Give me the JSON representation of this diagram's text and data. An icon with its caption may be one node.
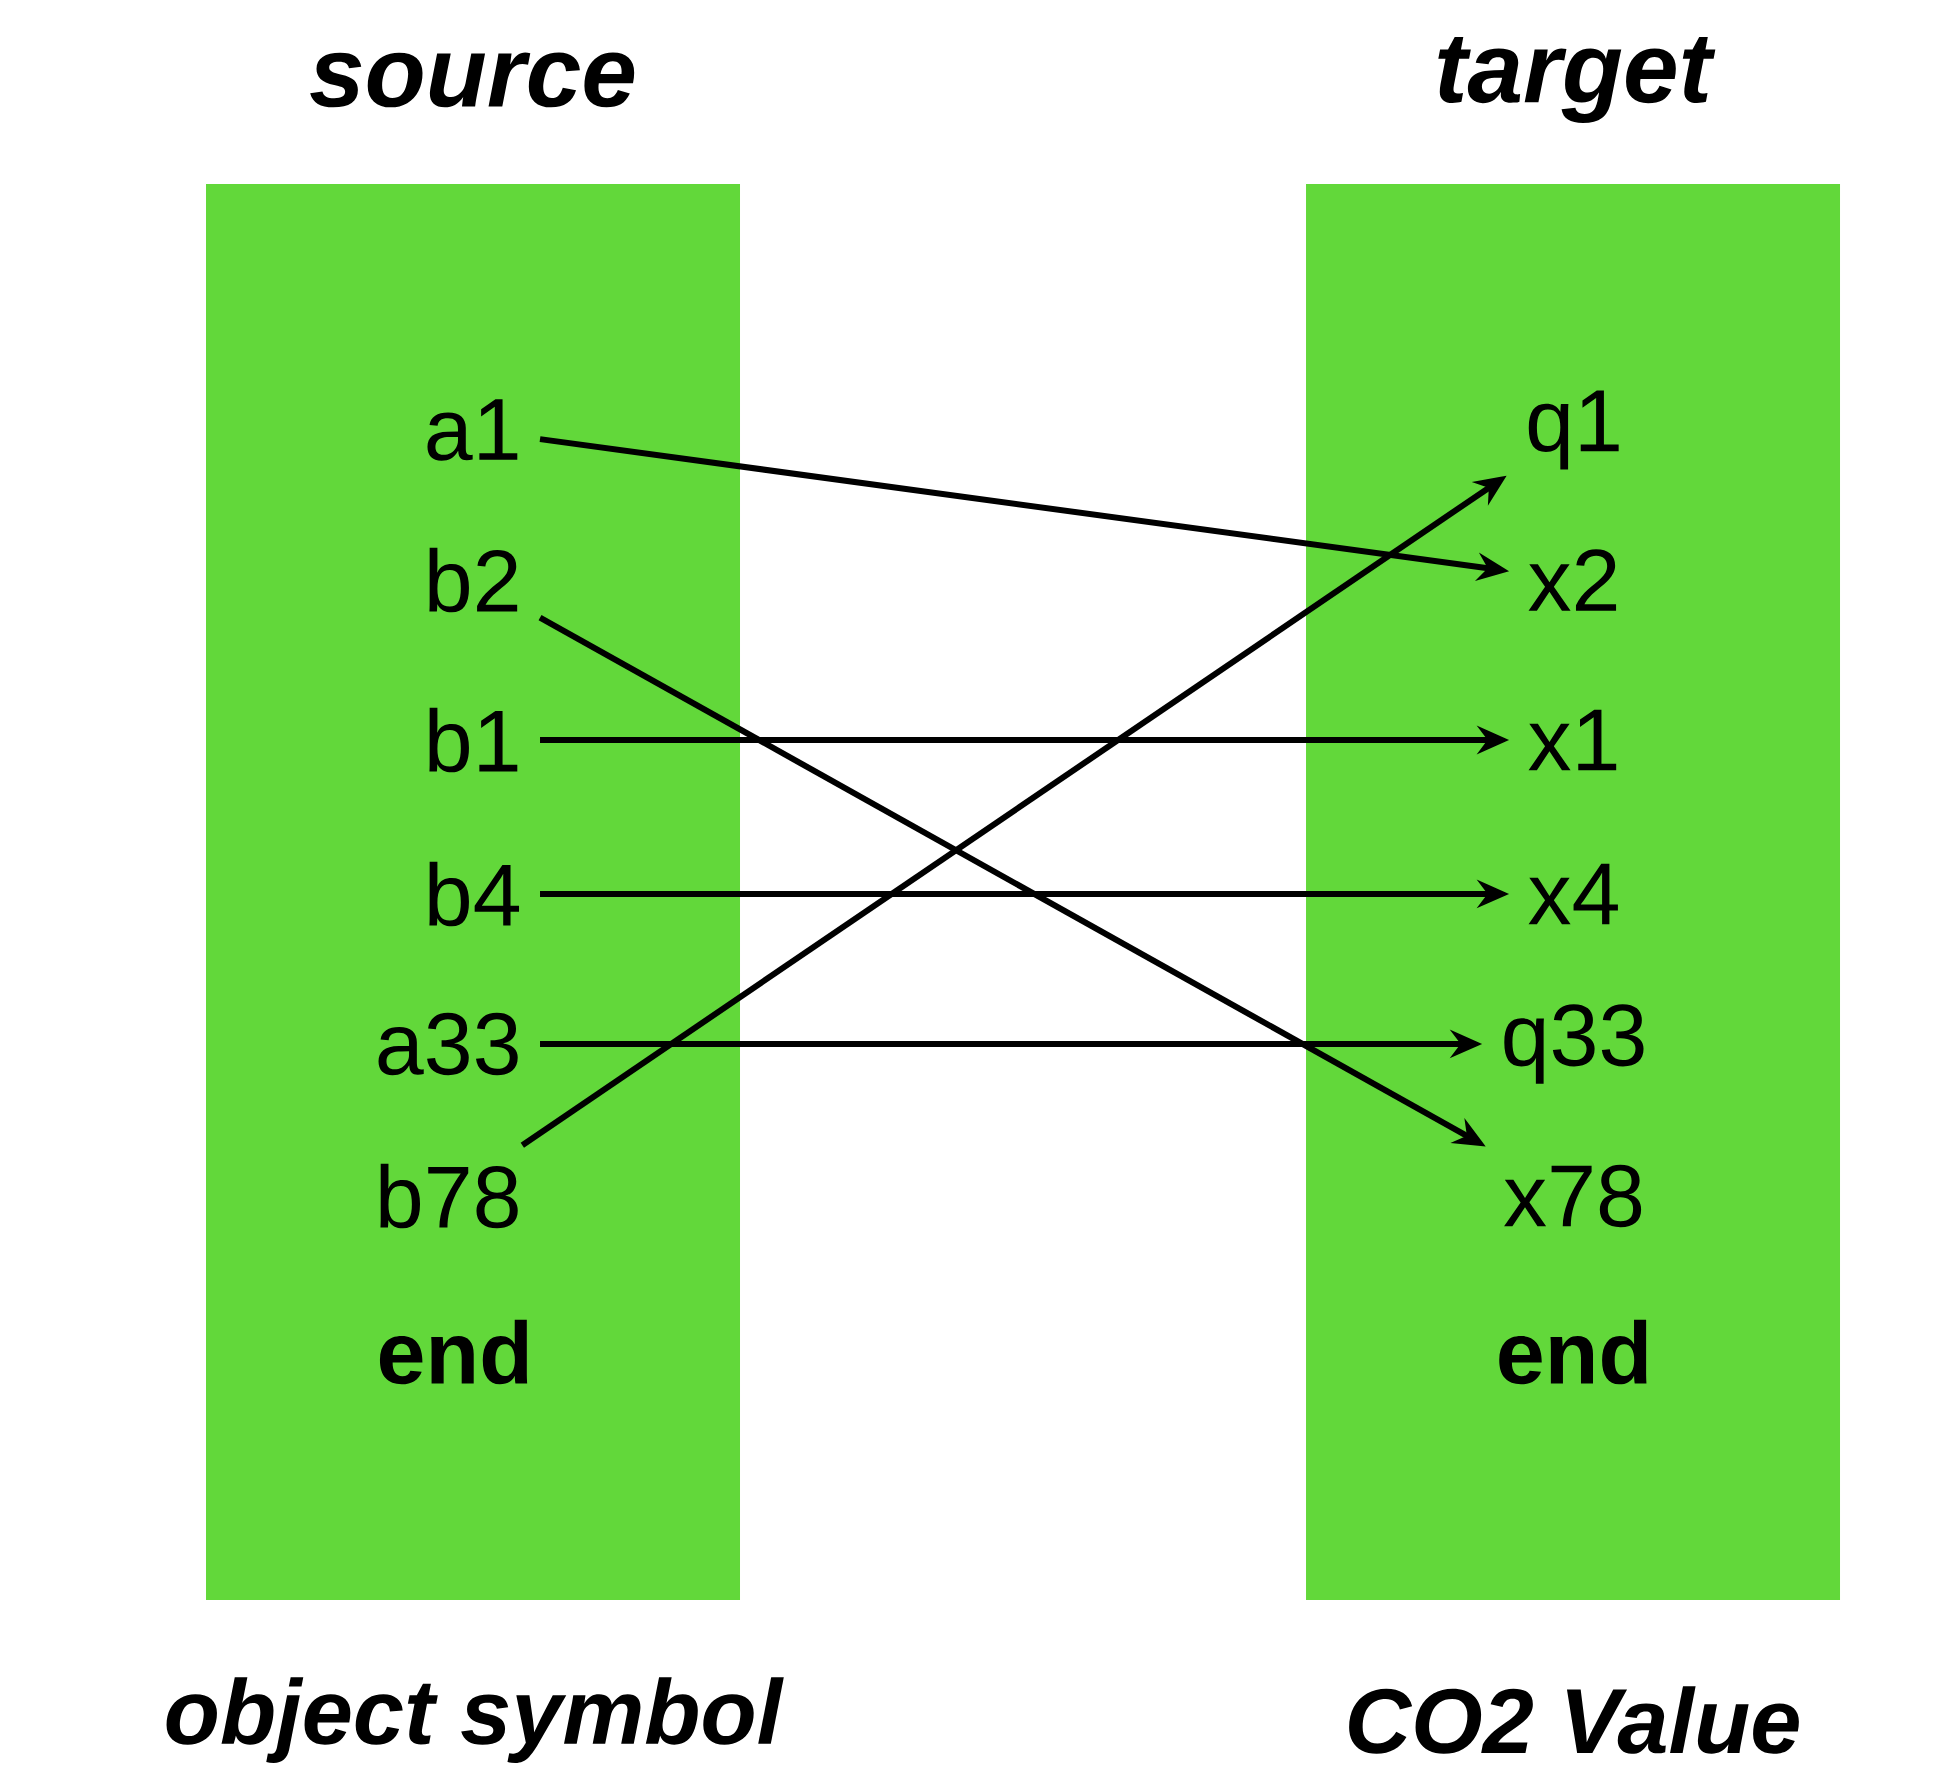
{
  "diagram": {
    "nodes": [
      {
        "text": [
          "source",
          "end"
        ],
        "beside": [
          "object symbol"
        ]
      },
      {
        "text": [
          "a1"
        ],
        "in": 0
      },
      {
        "text": [
          "b2"
        ],
        "in": 0
      },
      {
        "text": [
          "b1"
        ],
        "in": 0
      },
      {
        "text": [
          "b4"
        ],
        "in": 0
      },
      {
        "text": [
          "a33"
        ],
        "in": 0
      },
      {
        "text": [
          "b78"
        ],
        "in": 0
      },
      {
        "text": [
          "target",
          "end"
        ],
        "beside": [
          "CO2 Value"
        ]
      },
      {
        "text": [
          "q1"
        ],
        "in": 7
      },
      {
        "text": [
          "x2"
        ],
        "in": 7
      },
      {
        "text": [
          "x1"
        ],
        "in": 7
      },
      {
        "text": [
          "x4"
        ],
        "in": 7
      },
      {
        "text": [
          "q33"
        ],
        "in": 7
      },
      {
        "text": [
          "x78"
        ],
        "in": 7
      }
    ],
    "edges": [
      {
        "from": 1,
        "to": 9,
        "arrow": "to"
      },
      {
        "from": 2,
        "to": 13,
        "arrow": "to"
      },
      {
        "from": 3,
        "to": 10,
        "arrow": "to"
      },
      {
        "from": 4,
        "to": 11,
        "arrow": "to"
      },
      {
        "from": 5,
        "to": 12,
        "arrow": "to"
      },
      {
        "from": 6,
        "to": 8,
        "arrow": "to"
      }
    ]
  }
}
